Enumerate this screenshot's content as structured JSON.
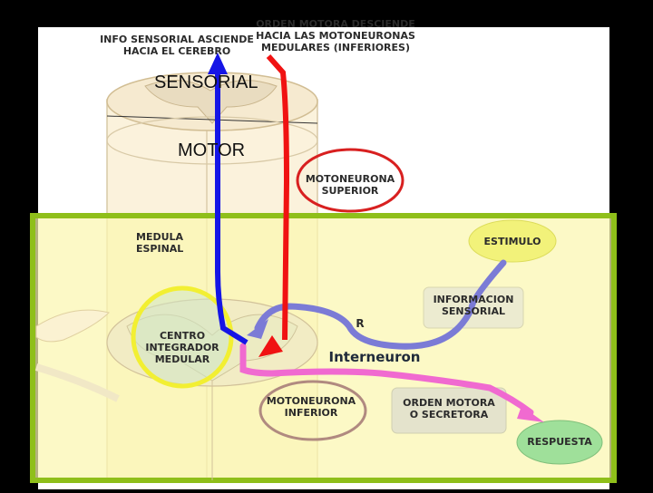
{
  "labels": {
    "sensory_ascends": "INFO SENSORIAL ASCIENDE\nHACIA EL CEREBRO",
    "motor_descends": "ORDEN MOTORA DESCIENDE\nHACIA LAS MOTONEURONAS\nMEDULARES (INFERIORES)",
    "sensorial": "SENSORIAL",
    "motor": "MOTOR",
    "upper_motoneuron": "MOTONEURONA\nSUPERIOR",
    "spinal_cord": "MEDULA\nESPINAL",
    "stimulus": "ESTIMULO",
    "sensory_info": "INFORMACION\nSENSORIAL",
    "integrating_center": "CENTRO\nINTEGRADOR\nMEDULAR",
    "interneuron": "Interneuron",
    "lower_motoneuron": "MOTONEURONA\nINFERIOR",
    "motor_order": "ORDEN MOTORA\nO SECRETORA",
    "response": "RESPUESTA",
    "partial_label": "R"
  },
  "colors": {
    "frame_green": "#8fbf1a",
    "highlight_yellow": "#fbf7b0",
    "ascending_blue": "#1515e6",
    "descending_red": "#f01212",
    "sensory_path": "#7b7bd6",
    "motor_path": "#f06ad0",
    "stimulus_green": "#f2f27a",
    "response_green": "#9fe09a",
    "center_circle": "#f2ef32",
    "upper_circle": "#d82020",
    "lower_circle": "#b08a80"
  }
}
